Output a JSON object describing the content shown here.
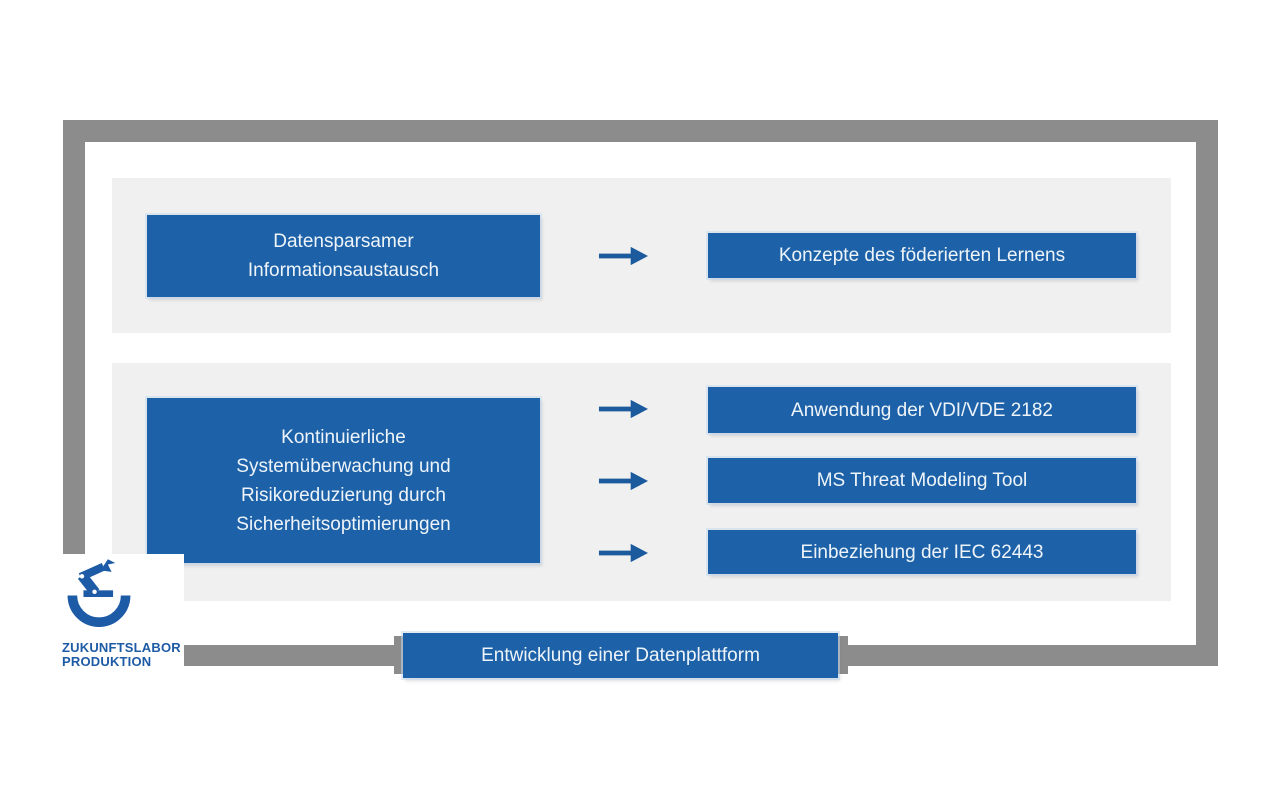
{
  "colors": {
    "box_blue": "#1d62a8",
    "arrow_blue": "#1b5a9c",
    "logo_blue": "#1e5ba6",
    "frame_gray": "#8c8c8c",
    "panel_gray": "#f0f0f0",
    "text_white": "#eef4f9",
    "page_bg": "#ffffff"
  },
  "rows": [
    {
      "source_lines": [
        "Datensparsamer",
        "Informationsaustausch"
      ],
      "targets": [
        "Konzepte des föderierten Lernens"
      ]
    },
    {
      "source_lines": [
        "Kontinuierliche",
        "Systemüberwachung und",
        "Risikoreduzierung durch",
        "Sicherheitsoptimierungen"
      ],
      "targets": [
        "Anwendung der VDI/VDE 2182",
        "MS Threat Modeling Tool",
        "Einbeziehung der IEC 62443"
      ]
    }
  ],
  "footer": {
    "label": "Entwicklung einer Datenplattform"
  },
  "logo": {
    "line1": "ZUKUNFTSLABOR",
    "line2": "PRODUKTION"
  },
  "icons": {
    "arrow": "arrow-right-icon",
    "logo_mark": "robot-arm-icon"
  }
}
